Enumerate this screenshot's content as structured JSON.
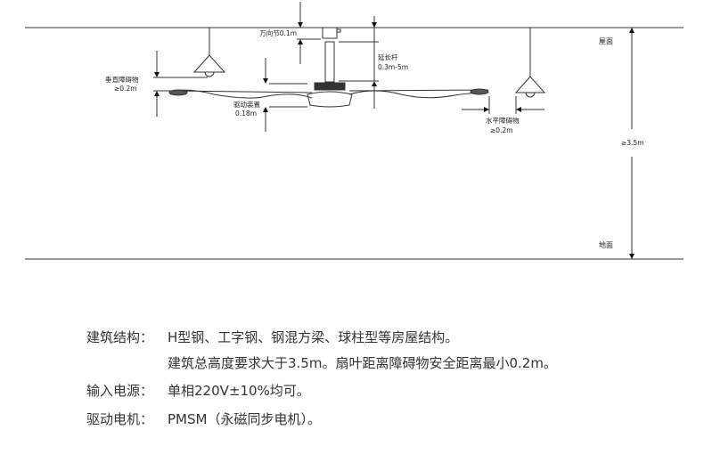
{
  "diagram": {
    "universal_joint": "万向节0.1m",
    "extension_rod": "延长杆",
    "extension_rod_range": "0.3m-5m",
    "vertical_obstacle": "垂直障碍物",
    "vertical_obstacle_value": "≥0.2m",
    "drive_unit": "驱动装置",
    "drive_unit_value": "0.18m",
    "horizontal_obstacle": "水平障碍物",
    "horizontal_obstacle_value": "≥0.2m",
    "ceiling": "屋面",
    "floor": "地面",
    "height": "≥3.5m"
  },
  "specs": [
    {
      "key": "建筑结构：",
      "value": "H型钢、工字钢、钢混方梁、球柱型等房屋结构。"
    },
    {
      "key": "",
      "value": "建筑总高度要求大于3.5m。扇叶距离障碍物安全距离最小0.2m。"
    },
    {
      "key": "输入电源：",
      "value": "单相220V±10%均可。"
    },
    {
      "key": "驱动电机：",
      "value": "PMSM（永磁同步电机）。"
    }
  ]
}
